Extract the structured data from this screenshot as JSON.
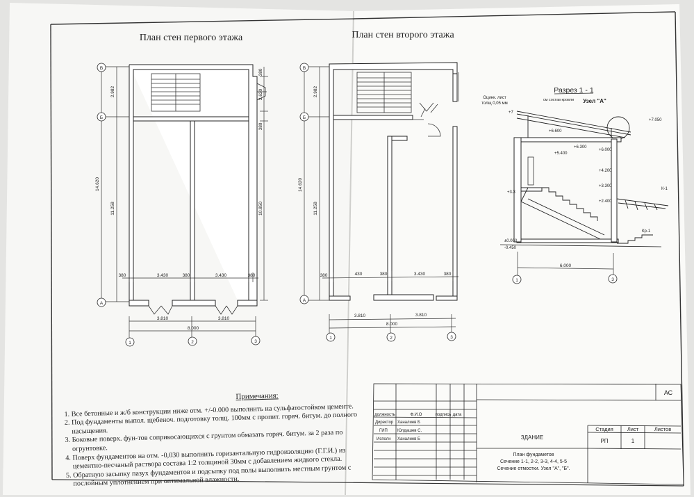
{
  "plan1": {
    "title": "План стен первого этажа",
    "axis_b": "В",
    "axis_bb": "Б",
    "axis_a": "А",
    "axis_1": "1",
    "axis_2": "2",
    "axis_3": "3",
    "dim_total_v": "14.620",
    "dim_top_v": "2.982",
    "dim_bot_v": "11.258",
    "dim_380_a": "380",
    "dim_2620": "2.620",
    "dim_380_b": "380",
    "dim_10850": "10.850",
    "dim_380_l": "380",
    "dim_3430_a": "3.430",
    "dim_380_m": "380",
    "dim_3430_b": "3.430",
    "dim_380_r": "380",
    "dim_3810_a": "3.810",
    "dim_3810_b": "3.810",
    "dim_8000": "8.000"
  },
  "plan2": {
    "title": "План стен второго этажа",
    "axis_b": "В",
    "axis_bb": "Б",
    "axis_a": "А",
    "axis_1": "1",
    "axis_2": "2",
    "axis_3": "3",
    "dim_total_v": "14.620",
    "dim_top_v": "2.982",
    "dim_bot_v": "11.258",
    "dim_380_l": "380",
    "dim_430": "430",
    "dim_380_m": "380",
    "dim_3430": "3.430",
    "dim_380_r": "380",
    "dim_3810_a": "3.810",
    "dim_3810_b": "3.810",
    "dim_8000": "8.000"
  },
  "section": {
    "title": "Разрез 1 - 1",
    "node_label": "Узел \"А\"",
    "roof_note": "см состав кровли",
    "sheet_note_1": "Оцинк. лист",
    "sheet_note_2": "толщ 0,05 мм",
    "lvl_7050": "+7.050",
    "lvl_7": "+7",
    "lvl_6600": "+6.600",
    "lvl_6300": "+6.300",
    "lvl_6000": "+6.000",
    "lvl_5400": "+5.400",
    "lvl_4200": "+4.200",
    "lvl_3300": "+3.300",
    "lvl_3": "+3.3",
    "lvl_2400": "+2.400",
    "lvl_0": "±0.000",
    "lvl_m045": "-0.450",
    "mark_k1": "К-1",
    "mark_kr1": "Кр-1",
    "dim_6000": "6.000",
    "axis_1": "1",
    "axis_3": "3"
  },
  "notes": {
    "heading": "Примечания:",
    "items": [
      "Все бетонные и ж/б конструкции ниже отм. +/-0.000 выполнить на сульфатостойком цементе.",
      "Под фундаменты выпол. щебеноч. подготовку толщ. 100мм с пропит. горяч. битум. до полного насыщения.",
      "Боковые поверх. фун-тов соприкосающихся с грунтом обмазать горяч. битум. за 2 раза по огрунтовке.",
      "Поверх фундаментов на отм. -0,030 выполнить горизантальную гидроизоляцию (Г.Г.И.) из цементно-песчаный раствора состава 1:2  толщиной 30мм с добавлением жидкого стекла.",
      "Обратную засыпку пазух фундаментов и подсыпку под полы выполнить местным грунтом с послойным уплотнением при оптимальной влажности."
    ]
  },
  "stamp": {
    "code": "АС",
    "col_position": "должность",
    "col_name": "Ф.И.О",
    "col_sign": "подпись",
    "col_date": "дата",
    "row1_pos": "Директор",
    "row1_name": "Ханалиев Б",
    "row2_pos": "ГИП",
    "row2_name": "Юлдашев С.",
    "row3_pos": "Исполн",
    "row3_name": "Ханалиев Б",
    "building": "ЗДАНИЕ",
    "stage_label": "Стадия",
    "sheet_label": "Лист",
    "sheets_label": "Листов",
    "stage": "РП",
    "sheet": "1",
    "sheets": "",
    "desc_1": "План фундаметов",
    "desc_2": "Сечение 1-1, 2-2, 3-3, 4-4, 5-5",
    "desc_3": "Сечение отмостки. Узел \"А\", \"Б\"."
  }
}
